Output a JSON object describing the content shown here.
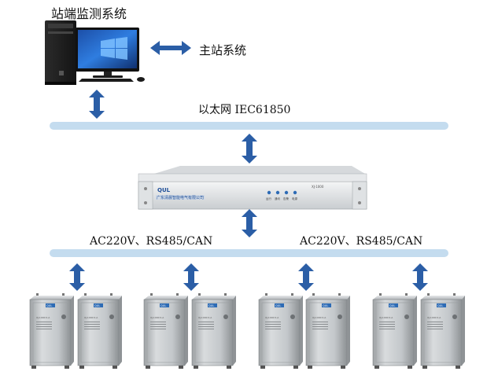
{
  "labels": {
    "station_monitor": "站端监测系统",
    "master_station": "主站系统",
    "ethernet": "以太网 IEC61850",
    "bus_left": "AC220V、RS485/CAN",
    "bus_right": "AC220V、RS485/CAN"
  },
  "device": {
    "brand": "QUL",
    "company": "广东清晨智能电气有限公司",
    "model": "XJ-1000",
    "leds": [
      "运行",
      "通讯",
      "告警",
      "电源"
    ]
  },
  "cabinet": {
    "badge": "QUL",
    "model_text": "XJ-1000 II-A"
  },
  "colors": {
    "bus": "#c4dcef",
    "arrow": "#2b5ea6",
    "steel": "#b8bcbf"
  }
}
